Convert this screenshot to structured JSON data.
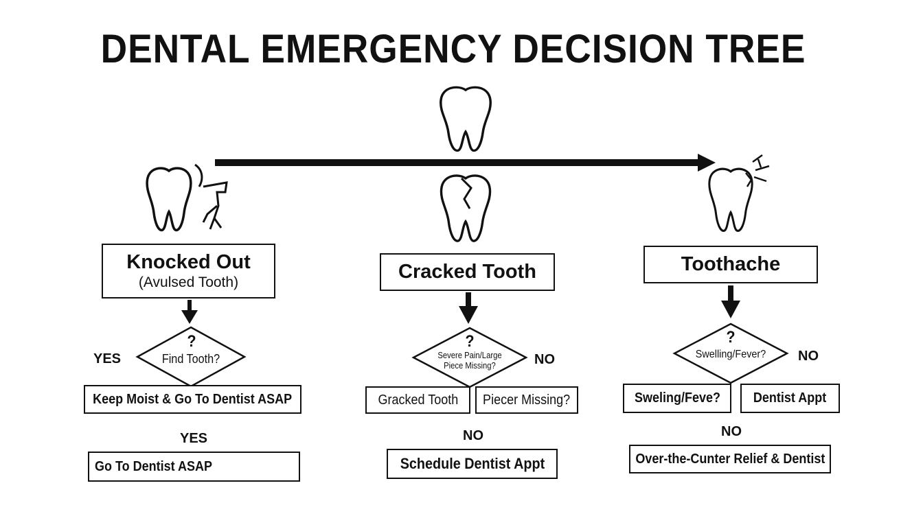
{
  "title": "DENTAL EMERGENCY DECISION TREE",
  "branches": {
    "knocked_out": {
      "title": "Knocked Out",
      "subtitle": "(Avulsed Tooth)",
      "question_mark": "?",
      "question": "Find Tooth?",
      "yes_label_1": "YES",
      "action_1": "Keep Moist & Go To Dentist ASAP",
      "yes_label_2": "YES",
      "action_2": "Go To Dentist ASAP"
    },
    "cracked": {
      "title": "Cracked Tooth",
      "question_mark": "?",
      "question_line1": "Severe Pain/Large",
      "question_line2": "Piece Missing?",
      "no_label_1": "NO",
      "option_left": "Gracked Tooth",
      "option_right": "Piecer Missing?",
      "no_label_2": "NO",
      "action": "Schedule Dentist Appt"
    },
    "toothache": {
      "title": "Toothache",
      "question_mark": "?",
      "question": "Swelling/Fever?",
      "no_label_1": "NO",
      "option_left": "Sweling/Feve?",
      "option_right": "Dentist Appt",
      "no_label_2": "NO",
      "action": "Over-the-Cunter Relief & Dentist"
    }
  },
  "icons": [
    "tooth-icon",
    "knocked-out-tooth-icon",
    "cracked-tooth-icon",
    "painful-tooth-icon"
  ]
}
